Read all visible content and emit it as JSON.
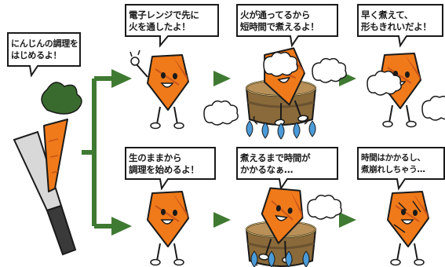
{
  "intro_bubble": "にんじんの調理を\nはじめるよ！",
  "top_row": {
    "bubble_1": "電子レンジで先に\n火を通したよ！",
    "bubble_2": "火が通ってるから\n短時間で煮えるよ！",
    "bubble_3": "早く煮えて、\n形もきれいだよ！"
  },
  "bottom_row": {
    "bubble_1": "生のままから\n調理を始めるよ！",
    "bubble_2": "煮えるまで時間が\nかかるなぁ…",
    "bubble_3": "時間はかかるし、\n煮崩れしちゃう…"
  },
  "colors": {
    "carrot": "#f07a1a",
    "carrot_dark": "#c9551a",
    "leaf": "#3a6b2e",
    "arrow": "#3f7a32",
    "broth": "#8a6a3a",
    "pot": "#6b5230",
    "flame": "#4a9bd8",
    "outline": "#1a1a1a"
  },
  "icons": [
    "carrot-with-leaves",
    "kitchen-knife",
    "carrot-character",
    "pot-icon",
    "blue-flame-icon",
    "steam-cloud-icon",
    "green-arrow-icon"
  ]
}
